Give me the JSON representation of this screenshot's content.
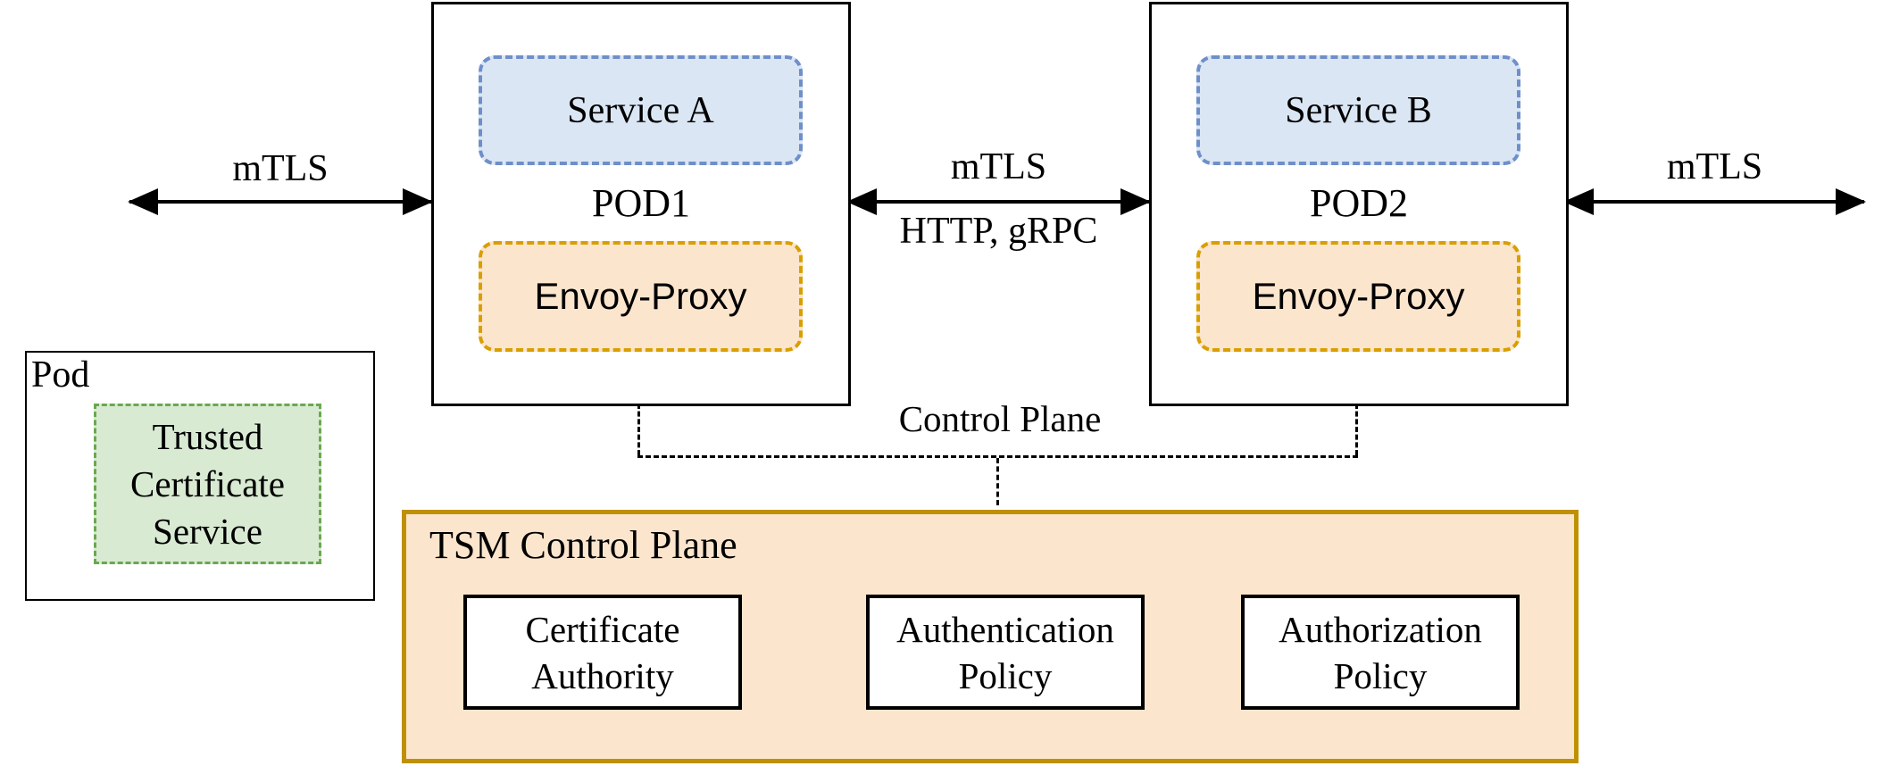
{
  "colors": {
    "service_fill": "#dbe6f4",
    "service_border": "#6e8fc9",
    "proxy_fill": "#fce5cd",
    "proxy_border": "#d99f00",
    "trusted_fill": "#d9ead3",
    "trusted_border": "#6aa84f",
    "tsm_fill": "#fce5cd",
    "tsm_border": "#bf9000",
    "line": "#000000"
  },
  "arrows": {
    "left_label": "mTLS",
    "middle_label": "mTLS",
    "middle_sublabel": "HTTP, gRPC",
    "right_label": "mTLS"
  },
  "pod1": {
    "title": "POD1",
    "service_label": "Service A",
    "proxy_label": "Envoy-Proxy"
  },
  "pod2": {
    "title": "POD2",
    "service_label": "Service B",
    "proxy_label": "Envoy-Proxy"
  },
  "trusted_pod": {
    "title": "Pod",
    "service_lines": [
      "Trusted",
      "Certificate",
      "Service"
    ]
  },
  "control_plane_label": "Control Plane",
  "tsm": {
    "title": "TSM Control Plane",
    "components": [
      {
        "line1": "Certificate",
        "line2": "Authority"
      },
      {
        "line1": "Authentication",
        "line2": "Policy"
      },
      {
        "line1": "Authorization",
        "line2": "Policy"
      }
    ]
  }
}
